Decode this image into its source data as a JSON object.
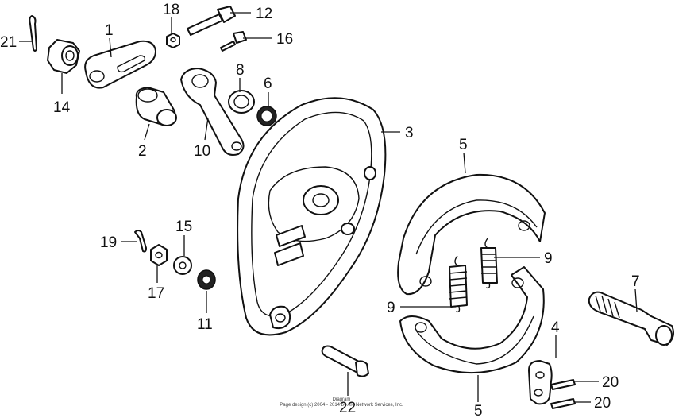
{
  "diagram": {
    "callouts": {
      "c1": "1",
      "c2": "2",
      "c3": "3",
      "c4": "4",
      "c5a": "5",
      "c5b": "5",
      "c6": "6",
      "c7": "7",
      "c8": "8",
      "c9a": "9",
      "c9b": "9",
      "c10": "10",
      "c11": "11",
      "c12": "12",
      "c14": "14",
      "c15": "15",
      "c16": "16",
      "c17": "17",
      "c18": "18",
      "c19": "19",
      "c20a": "20",
      "c20b": "20",
      "c21": "21",
      "c22": "22"
    },
    "colors": {
      "line": "#111111",
      "paper": "#ffffff"
    }
  },
  "footer": {
    "label": "Diagram",
    "copyright": "Page design (c) 2004 - 2014 by Arc Network Services, Inc."
  }
}
